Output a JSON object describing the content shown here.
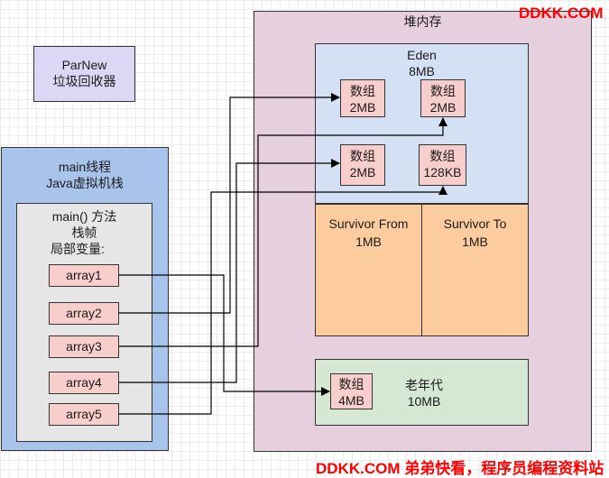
{
  "watermark_top": "DDKK.COM",
  "watermark_bottom": "DDKK.COM 弟弟快看，程序员编程资料站",
  "parnew": {
    "line1": "ParNew",
    "line2": "垃圾回收器"
  },
  "heap": {
    "title": "堆内存",
    "eden": {
      "name": "Eden",
      "size": "8MB",
      "objects": [
        {
          "label": "数组",
          "size": "2MB"
        },
        {
          "label": "数组",
          "size": "2MB"
        },
        {
          "label": "数组",
          "size": "2MB"
        },
        {
          "label": "数组",
          "size": "128KB"
        }
      ]
    },
    "survivor_from": {
      "name": "Survivor From",
      "size": "1MB"
    },
    "survivor_to": {
      "name": "Survivor To",
      "size": "1MB"
    },
    "old_gen": {
      "name": "老年代",
      "size": "10MB",
      "object": {
        "label": "数组",
        "size": "4MB"
      }
    }
  },
  "thread": {
    "line1": "main线程",
    "line2": "Java虚拟机栈",
    "frame": {
      "line1": "main() 方法",
      "line2": "栈帧",
      "line3": "局部变量:",
      "vars": [
        "array1",
        "array2",
        "array3",
        "array4",
        "array5"
      ]
    }
  }
}
